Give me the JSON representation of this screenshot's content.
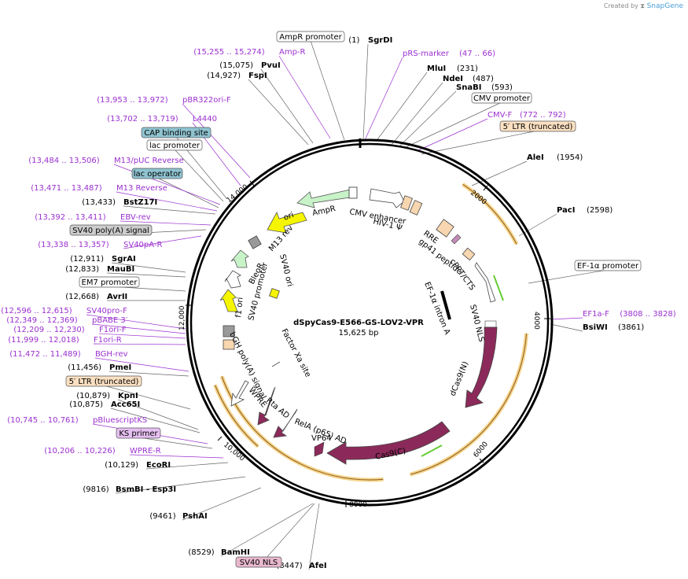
{
  "credit": {
    "prefix": "Created by",
    "brand": "SnapGene"
  },
  "plasmid": {
    "name": "dSpyCas9-E566-GS-LOV2-VPR",
    "size": "15,625 bp"
  },
  "ticks": [
    "2000",
    "4000",
    "6000",
    "8000",
    "10,000",
    "12,000",
    "14,000"
  ],
  "labels": [
    {
      "text": "AmpR promoter",
      "style": "box-white"
    },
    {
      "text": "SgrDI",
      "style": "bold",
      "pos": "(1)"
    },
    {
      "text": "pRS-marker",
      "style": "purple",
      "pos": "(47 .. 66)"
    },
    {
      "text": "MluI",
      "style": "bold",
      "pos": "(231)"
    },
    {
      "text": "NdeI",
      "style": "bold",
      "pos": "(487)"
    },
    {
      "text": "SnaBI",
      "style": "bold",
      "pos": "(593)"
    },
    {
      "text": "CMV promoter",
      "style": "box-white"
    },
    {
      "text": "CMV-F",
      "style": "purple",
      "pos": "(772 .. 792)"
    },
    {
      "text": "5′ LTR (truncated)",
      "style": "box-peach"
    },
    {
      "text": "AleI",
      "style": "bold",
      "pos": "(1954)"
    },
    {
      "text": "PacI",
      "style": "bold",
      "pos": "(2598)"
    },
    {
      "text": "EF-1α promoter",
      "style": "box-white"
    },
    {
      "text": "EF1a-F",
      "style": "purple",
      "pos": "(3808 .. 3828)"
    },
    {
      "text": "BsiWI",
      "style": "bold",
      "pos": "(3861)"
    },
    {
      "text": "AfeI",
      "style": "bold",
      "pos": "(8447)"
    },
    {
      "text": "SV40 NLS",
      "style": "box-pink"
    },
    {
      "text": "BamHI",
      "style": "bold",
      "pos": "(8529)"
    },
    {
      "text": "PshAI",
      "style": "bold",
      "pos": "(9461)"
    },
    {
      "text": "BsmBI  -  Esp3I",
      "style": "bold",
      "pos": "(9816)"
    },
    {
      "text": "EcoRI",
      "style": "bold",
      "pos": "(10,129)"
    },
    {
      "text": "WPRE-R",
      "style": "purple",
      "pos": "(10,206 .. 10,226)"
    },
    {
      "text": "KS primer",
      "style": "box-lilac"
    },
    {
      "text": "pBluescriptKS",
      "style": "purple",
      "pos": "(10,745 .. 10,761)"
    },
    {
      "text": "Acc65I",
      "style": "bold",
      "pos": "(10,875)"
    },
    {
      "text": "KpnI",
      "style": "bold",
      "pos": "(10,879)"
    },
    {
      "text": "5′ LTR (truncated)",
      "style": "box-peach"
    },
    {
      "text": "PmeI",
      "style": "bold",
      "pos": "(11,456)"
    },
    {
      "text": "BGH-rev",
      "style": "purple",
      "pos": "(11,472 .. 11,489)"
    },
    {
      "text": "F1ori-R",
      "style": "purple",
      "pos": "(11,999 .. 12,018)"
    },
    {
      "text": "F1ori-F",
      "style": "purple",
      "pos": "(12,209 .. 12,230)"
    },
    {
      "text": "pBABE 3′",
      "style": "purple",
      "pos": "(12,349 .. 12,369)"
    },
    {
      "text": "SV40pro-F",
      "style": "purple",
      "pos": "(12,596 .. 12,615)"
    },
    {
      "text": "AvrII",
      "style": "bold",
      "pos": "(12,668)"
    },
    {
      "text": "EM7 promoter",
      "style": "box-white"
    },
    {
      "text": "MauBI",
      "style": "bold",
      "pos": "(12,833)"
    },
    {
      "text": "SgrAI",
      "style": "bold",
      "pos": "(12,911)"
    },
    {
      "text": "SV40pA-R",
      "style": "purple",
      "pos": "(13,338 .. 13,357)"
    },
    {
      "text": "SV40 poly(A) signal",
      "style": "box-gray"
    },
    {
      "text": "EBV-rev",
      "style": "purple",
      "pos": "(13,392 .. 13,411)"
    },
    {
      "text": "BstZ17I",
      "style": "bold",
      "pos": "(13,433)"
    },
    {
      "text": "M13 Reverse",
      "style": "purple",
      "pos": "(13,471 .. 13,487)"
    },
    {
      "text": "lac operator",
      "style": "box-teal"
    },
    {
      "text": "M13/pUC Reverse",
      "style": "purple",
      "pos": "(13,484 .. 13,506)"
    },
    {
      "text": "lac promoter",
      "style": "box-white"
    },
    {
      "text": "CAP binding site",
      "style": "box-teal"
    },
    {
      "text": "L4440",
      "style": "purple",
      "pos": "(13,702 .. 13,719)"
    },
    {
      "text": "pBR322ori-F",
      "style": "purple",
      "pos": "(13,953 .. 13,972)"
    },
    {
      "text": "FspI",
      "style": "bold",
      "pos": "(14,927)"
    },
    {
      "text": "PvuI",
      "style": "bold",
      "pos": "(15,075)"
    },
    {
      "text": "Amp-R",
      "style": "purple",
      "pos": "(15,255 .. 15,274)"
    }
  ],
  "features": [
    "AmpR",
    "ori",
    "CMV enhancer",
    "HIV-1 Ψ",
    "RRE",
    "gp41 peptide",
    "cPPT/CTS",
    "SV40 NLS",
    "EF-1α intron A",
    "dCas9(N)",
    "Cas9(C)",
    "VP64",
    "RelA (p65) AD",
    "Rta AD",
    "WPRE",
    "bGH poly(A) signal",
    "Factor Xa site",
    "SV40 ori",
    "f1 ori",
    "SV40 promoter",
    "BleoR",
    "M13 rev"
  ],
  "colors": {
    "ampr": "#c8f2c8",
    "ori": "#f5f500",
    "purple_feature": "#8b2a5a",
    "ltr": "#f7d6b0",
    "primer": "#9b30d0",
    "gray": "#999999",
    "arc_orange": "#f5d48a"
  }
}
